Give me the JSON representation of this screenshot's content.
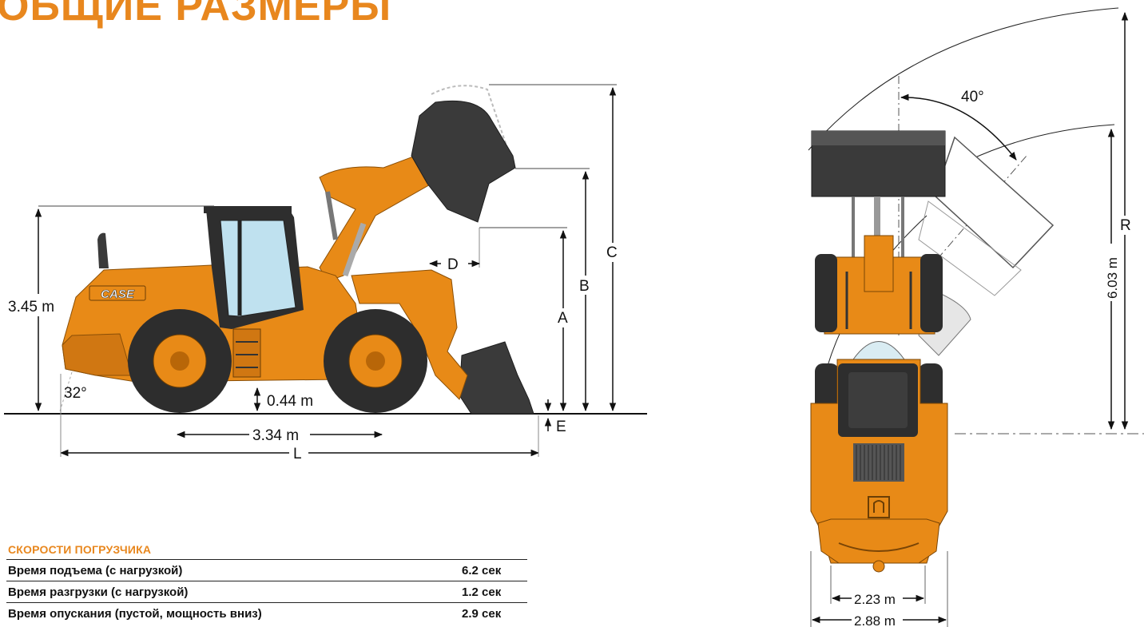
{
  "page_title": "ОБЩИЕ РАЗМЕРЫ",
  "colors": {
    "accent": "#e8871e",
    "machine": "#e88a17",
    "dark": "#3a3a3a",
    "line": "#111111"
  },
  "side_view": {
    "brand_text": "CASE",
    "dimensions": {
      "height": "3.45 m",
      "angle": "32°",
      "ground_clearance": "0.44 m",
      "wheelbase": "3.34 m",
      "length_label": "L",
      "label_a": "A",
      "label_b": "B",
      "label_c": "C",
      "label_d": "D",
      "label_e": "E"
    }
  },
  "top_view": {
    "angle": "40°",
    "radius_label": "R",
    "radius_value": "6.03 m",
    "track_width": "2.23 m",
    "overall_width": "2.88 m"
  },
  "speeds": {
    "title": "СКОРОСТИ ПОГРУЗЧИКА",
    "rows": [
      {
        "label": "Время подъема (с нагрузкой)",
        "value": "6.2 сек"
      },
      {
        "label": "Время разгрузки (с нагрузкой)",
        "value": "1.2 сек"
      },
      {
        "label": "Время опускания (пустой, мощность вниз)",
        "value": "2.9 сек"
      }
    ]
  }
}
